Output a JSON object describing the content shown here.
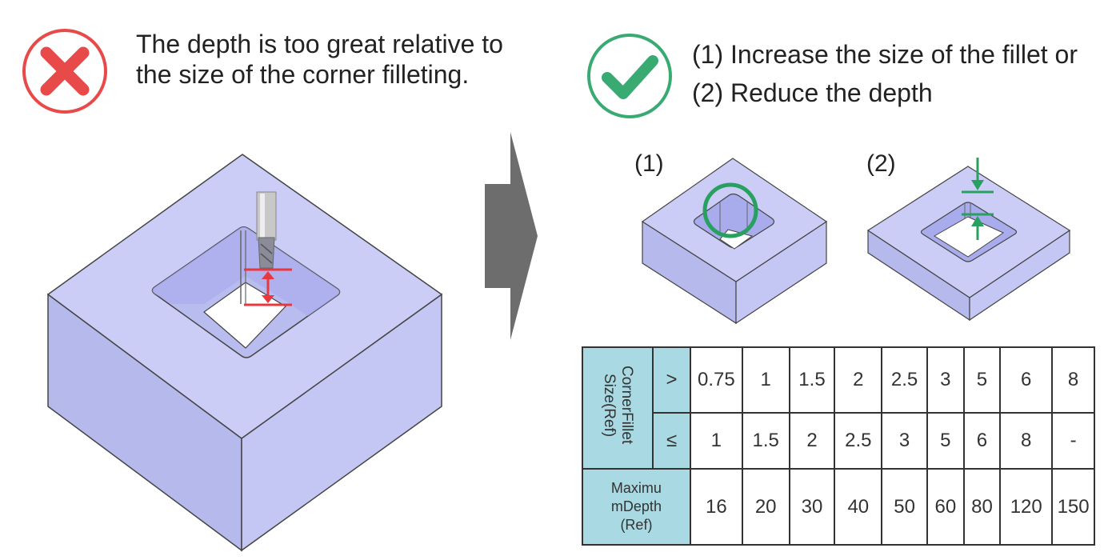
{
  "bad": {
    "message": "The depth is too great relative to the size of the corner filleting.",
    "icon": "cross-in-circle-icon",
    "color": "#e84a4a"
  },
  "good": {
    "icon": "checkmark-in-circle-icon",
    "color": "#3aaa73",
    "option1": "(1) Increase the size of the fillet or",
    "option2": "(2) Reduce the depth"
  },
  "panels": {
    "label1": "(1)",
    "label2": "(2)"
  },
  "colors": {
    "part": "#cbcdf7",
    "part_side": "#b6b9ec",
    "table_header": "#a9d9e3",
    "arrow": "#6d6d6d"
  },
  "table": {
    "row_header": "CornerFillet\nSize(Ref)",
    "gt_symbol": ">",
    "le_symbol": "≤",
    "max_header": "Maximu\nmDepth\n(Ref)",
    "gt": [
      "0.75",
      "1",
      "1.5",
      "2",
      "2.5",
      "3",
      "5",
      "6",
      "8"
    ],
    "le": [
      "1",
      "1.5",
      "2",
      "2.5",
      "3",
      "5",
      "6",
      "8",
      "-"
    ],
    "max_depth": [
      "16",
      "20",
      "30",
      "40",
      "50",
      "60",
      "80",
      "120",
      "150"
    ]
  }
}
